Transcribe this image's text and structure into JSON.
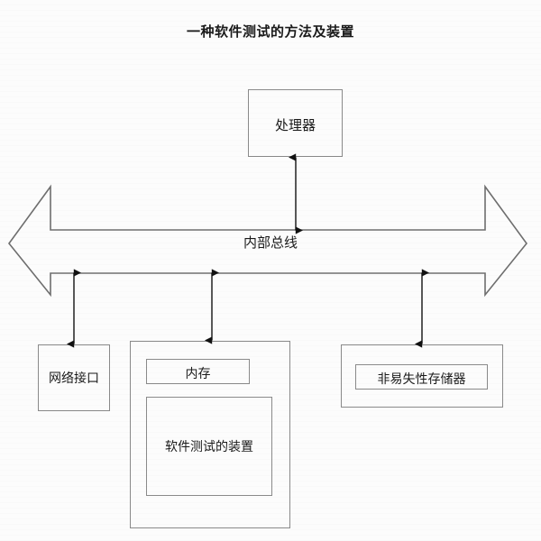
{
  "page": {
    "title": "一种软件测试的方法及装置",
    "background_color": "#fcfcfc",
    "line_color": "#8a8a8a",
    "arrow_color": "#1a1a1a",
    "text_color": "#1a1a1a"
  },
  "diagram": {
    "type": "block-diagram",
    "nodes": [
      {
        "id": "processor",
        "label": "处理器",
        "shape": "rectangle"
      },
      {
        "id": "internal-bus",
        "label": "内部总线",
        "shape": "double-headed-arrow"
      },
      {
        "id": "network-interface",
        "label": "网络接口",
        "shape": "rectangle"
      },
      {
        "id": "memory-container",
        "label": "",
        "shape": "rectangle"
      },
      {
        "id": "memory",
        "label": "内存",
        "shape": "rectangle"
      },
      {
        "id": "software-test-apparatus",
        "label": "软件测试的装置",
        "shape": "rectangle"
      },
      {
        "id": "nvm-container",
        "label": "",
        "shape": "rectangle"
      },
      {
        "id": "non-volatile-memory",
        "label": "非易失性存储器",
        "shape": "rectangle"
      }
    ],
    "connectors": [
      {
        "id": "processor-bus",
        "from": "processor",
        "to": "internal-bus",
        "style": "double-headed-arrow",
        "orientation": "vertical"
      },
      {
        "id": "bus-netif",
        "from": "internal-bus",
        "to": "network-interface",
        "style": "double-headed-arrow",
        "orientation": "vertical"
      },
      {
        "id": "bus-memory",
        "from": "internal-bus",
        "to": "memory-container",
        "style": "double-headed-arrow",
        "orientation": "vertical"
      },
      {
        "id": "bus-nvm",
        "from": "internal-bus",
        "to": "nvm-container",
        "style": "double-headed-arrow",
        "orientation": "vertical"
      }
    ]
  },
  "labels": {
    "processor": "处理器",
    "internal_bus": "内部总线",
    "network_interface": "网络接口",
    "memory": "内存",
    "software_test_apparatus": "软件测试的装置",
    "non_volatile_memory": "非易失性存储器"
  }
}
